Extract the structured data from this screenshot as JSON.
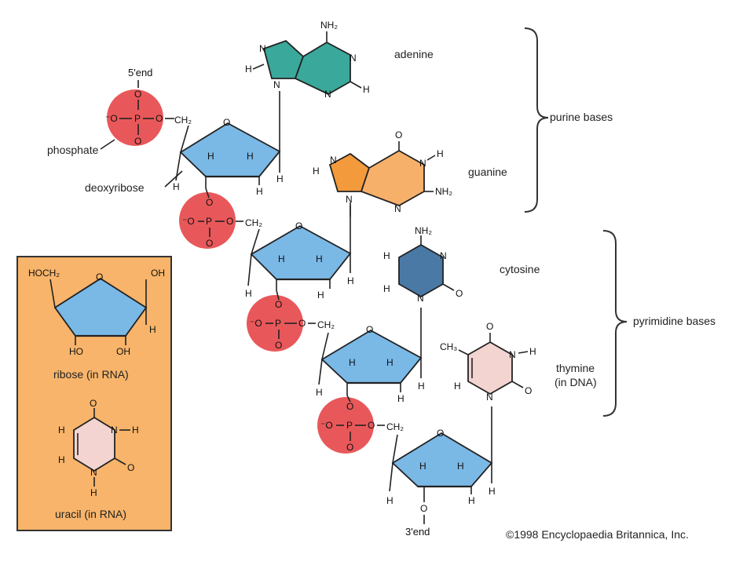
{
  "labels": {
    "five_prime_end": "5'end",
    "three_prime_end": "3'end",
    "phosphate": "phosphate",
    "deoxyribose": "deoxyribose",
    "adenine": "adenine",
    "guanine": "guanine",
    "cytosine": "cytosine",
    "thymine_line1": "thymine",
    "thymine_line2": "(in DNA)",
    "purine_bases": "purine bases",
    "pyrimidine_bases": "pyrimidine bases",
    "ribose": "ribose (in RNA)",
    "uracil": "uracil (in RNA)",
    "copyright": "©1998 Encyclopaedia Britannica, Inc."
  },
  "atoms": {
    "O": "O",
    "P": "P",
    "H": "H",
    "N": "N",
    "minus_O": "⁻O",
    "CH2": "CH₂",
    "NH2": "NH₂",
    "CH3": "CH₃",
    "HOCH2": "HOCH₂",
    "OH": "OH",
    "HO": "HO"
  },
  "colors": {
    "phosphate": "#e8585a",
    "sugar": "#7ab8e6",
    "adenine": "#3aa89a",
    "guanine": "#f7b06a",
    "guanine_five": "#f39a3c",
    "cytosine": "#4a79a6",
    "thymine": "#f3d4d1",
    "uracil": "#f3d4d1",
    "inset_bg": "#f7b46a"
  }
}
